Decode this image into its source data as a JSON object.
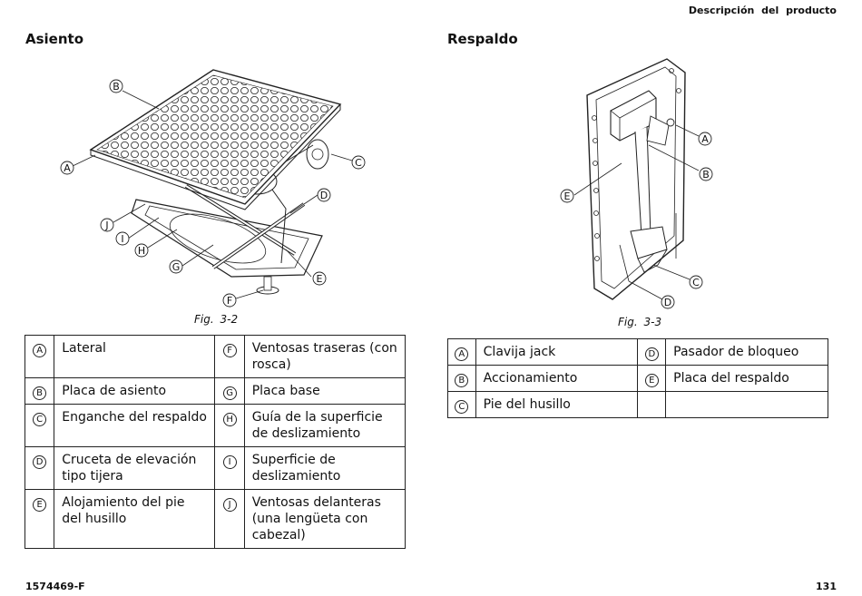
{
  "header": {
    "section": "Descripción del producto"
  },
  "left": {
    "title": "Asiento",
    "caption": "Fig. 3-2",
    "callouts": [
      "A",
      "B",
      "C",
      "D",
      "E",
      "F",
      "G",
      "H",
      "I",
      "J"
    ],
    "rows": [
      [
        {
          "key": "A",
          "text": "Lateral"
        },
        {
          "key": "F",
          "text": "Ventosas traseras (con rosca)"
        }
      ],
      [
        {
          "key": "B",
          "text": "Placa de asiento"
        },
        {
          "key": "G",
          "text": "Placa base"
        }
      ],
      [
        {
          "key": "C",
          "text": "Enganche del respaldo"
        },
        {
          "key": "H",
          "text": "Guía de la superficie de deslizamiento"
        }
      ],
      [
        {
          "key": "D",
          "text": "Cruceta de elevación tipo tijera"
        },
        {
          "key": "I",
          "text": "Superficie de deslizamiento"
        }
      ],
      [
        {
          "key": "E",
          "text": "Alojamiento del pie del husillo"
        },
        {
          "key": "J",
          "text": "Ventosas delanteras (una lengüeta con cabezal)"
        }
      ]
    ]
  },
  "right": {
    "title": "Respaldo",
    "caption": "Fig. 3-3",
    "callouts": [
      "A",
      "B",
      "C",
      "D",
      "E"
    ],
    "rows": [
      [
        {
          "key": "A",
          "text": "Clavija jack"
        },
        {
          "key": "D",
          "text": "Pasador de bloqueo"
        }
      ],
      [
        {
          "key": "B",
          "text": "Accionamiento"
        },
        {
          "key": "E",
          "text": "Placa del respaldo"
        }
      ],
      [
        {
          "key": "C",
          "text": "Pie del husillo"
        },
        {
          "key": "",
          "text": ""
        }
      ]
    ]
  },
  "footer": {
    "doc_number": "1574469-F",
    "page": "131"
  }
}
